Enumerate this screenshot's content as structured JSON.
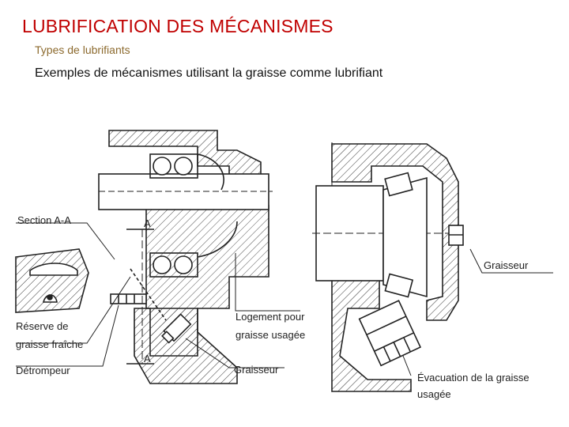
{
  "header": {
    "title": "LUBRIFICATION DES MÉCANISMES",
    "subtitle": "Types de lubrifiants",
    "caption": "Exemples de mécanismes utilisant la graisse comme lubrifiant"
  },
  "diagram": {
    "left_labels": {
      "section": "Section A-A",
      "cut_mark_top": "A",
      "cut_mark_bottom": "A",
      "reserve_line1": "Réserve de",
      "reserve_line2": "graisse fraîche",
      "detrompeur": "Détrompeur",
      "logement_line1": "Logement pour",
      "logement_line2": "graisse usagée",
      "graisseur": "Graisseur"
    },
    "right_labels": {
      "graisseur": "Graisseur",
      "evacuation_line1": "Évacuation de la graisse",
      "evacuation_line2": "usagée"
    }
  },
  "colors": {
    "title": "#c00000",
    "subtitle": "#8c6a2e",
    "ink": "#222222"
  }
}
